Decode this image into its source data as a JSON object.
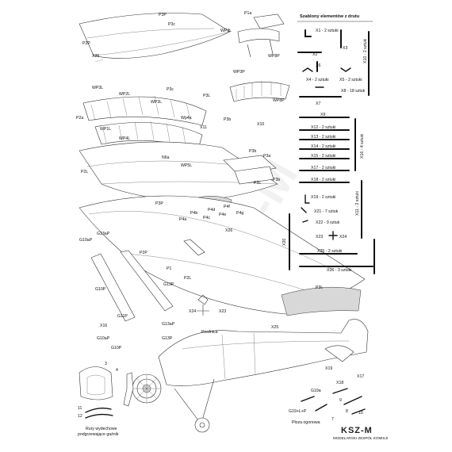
{
  "panel": {
    "title": "Szablony elementów z drutu",
    "x10": "X10 - 2 sztuki",
    "x1": "X1 - 2 sztuki",
    "x2": "X2",
    "x3": "X3",
    "x4": "X4 - 2 sztuki",
    "x5": "X5 - 2 sztuki",
    "x6": "X6",
    "x7": "X7",
    "x8": "X8 - 18 sztuk",
    "x9": "X9",
    "x12": "X12 - 2 sztuki",
    "x13": "X13 - 2 sztuki",
    "x14": "X14 - 2 sztuki",
    "x15": "X15 - 2 sztuki",
    "x16": "X16 - 4 sztuki",
    "x17": "X17 - 2 sztuki",
    "x18": "X18 - 2 sztuki",
    "x11": "X11 - 2 sztuki",
    "x19": "X19 - 2 sztuki",
    "x20": "X20",
    "x21": "X21 - 7 sztuk",
    "x22": "X22 - 9 sztuk",
    "x23": "X23",
    "x24": "X24",
    "x25": "X25 - 2 sztuki",
    "x26": "X26 - 3 sztuki"
  },
  "parts": {
    "p3p_top": "P3P",
    "p3c_top": "P3c",
    "p1a": "P1a",
    "wp3l_top": "WP3L",
    "wp8p": "WP8P",
    "p2p_top": "P2P",
    "x26_top": "X26",
    "wp3p": "WP3P",
    "wp3l": "WP3L",
    "wp2l": "WP2L",
    "wp3l_b": "WP3L",
    "p2a": "P2a",
    "wp1l": "WP1L",
    "wp4l": "WP4L",
    "p3c_mid": "P3c",
    "p3l": "P3L",
    "wp4a": "Wp4a",
    "x11": "X11",
    "p3b": "P3b",
    "wp8p_b": "WP8P",
    "x10": "X10",
    "n6a": "N6a",
    "wp5l": "WP5L",
    "p3b_r": "P3b",
    "p3a": "P3a",
    "p3l_r": "P3L",
    "p3b_r2": "P3b",
    "p2l": "P2L",
    "p3p_mid": "P3P",
    "p4b": "P4b",
    "p4d": "P4d",
    "p4f": "P4f",
    "p4c": "P4c",
    "p4e": "P4e",
    "p4a": "P4a",
    "p4g": "P4g",
    "g13ap": "G13aP",
    "g10ap": "G10aP",
    "x26_mid": "X26",
    "p2p_mid": "P2P",
    "p1": "P1",
    "p2l_mid": "P2L",
    "g10p": "G10P",
    "g13p": "G13P",
    "g11p": "G11P",
    "x24": "X24",
    "x23": "X23",
    "prednica": "Prednica",
    "p3l_low": "P3L",
    "g13ap_b": "G13aP",
    "x16": "X16",
    "g10ap_b": "G10aP",
    "g13p_b": "G13P",
    "g10p_b": "G10P",
    "x25": "X25",
    "x19": "X19",
    "x17": "X17",
    "x18": "X18",
    "g19a": "G19a",
    "g19": "G19+L+P",
    "ploza": "Płoza ogonowa",
    "n7": "7",
    "n8": "8",
    "n9": "9",
    "n10": "10",
    "n3": "3",
    "n4": "4",
    "n11": "11",
    "n12": "12",
    "rury1": "Rury wydechowe",
    "rury2": "podgrzewające gaźnik"
  },
  "logo": {
    "name": "KSZ-M",
    "sub": "MODELARSKI ZESPÓŁ KOMISJI"
  }
}
